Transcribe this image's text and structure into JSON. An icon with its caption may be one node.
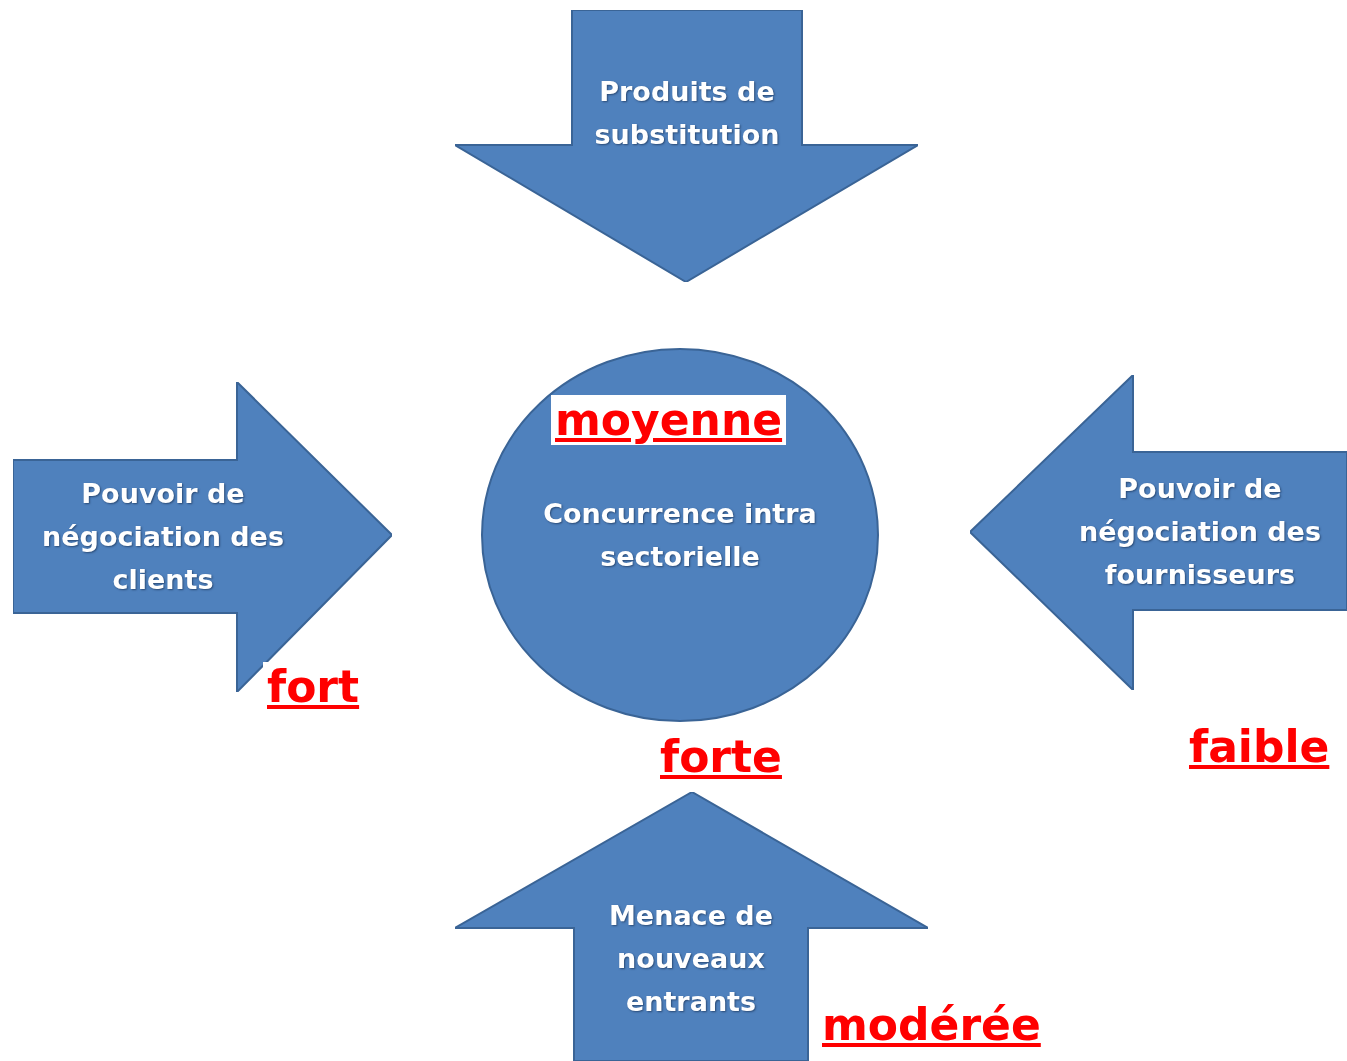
{
  "diagram": {
    "nodes": [
      {
        "text": [
          "Produits de substitution"
        ]
      },
      {
        "text": [
          "Pouvoir de négociation des clients"
        ]
      },
      {
        "text": [
          "Concurrence intra sectorielle"
        ]
      },
      {
        "text": [
          "Pouvoir de négociation des fournisseurs"
        ]
      },
      {
        "text": [
          "Menace de nouveaux entrants"
        ]
      }
    ],
    "labels": [
      "moyenne",
      "fort",
      "forte",
      "faible",
      "modérée"
    ]
  }
}
